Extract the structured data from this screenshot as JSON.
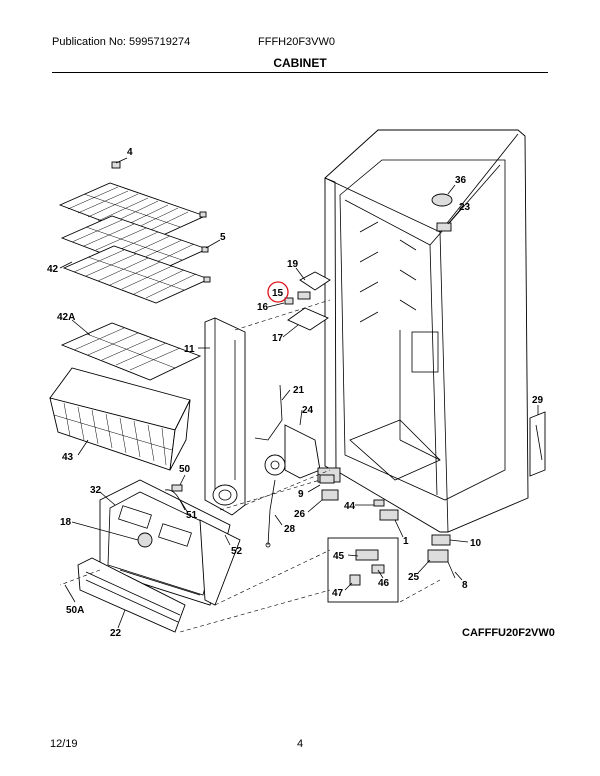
{
  "header": {
    "publication": "Publication No: 5995719274",
    "model": "FFFH20F3VW0",
    "section": "CABINET"
  },
  "diagram_code": "CAFFFU20F2VW0",
  "footer": {
    "date": "12/19",
    "page": "4"
  },
  "highlight_color": "#e0101a",
  "callouts": {
    "c4": "4",
    "c5": "5",
    "c42": "42",
    "c42a": "42A",
    "c43": "43",
    "c11": "11",
    "c19": "19",
    "c15": "15",
    "c16": "16",
    "c17": "17",
    "c21": "21",
    "c24": "24",
    "c36": "36",
    "c23": "23",
    "c29": "29",
    "c50": "50",
    "c51": "51",
    "c32": "32",
    "c18": "18",
    "c9": "9",
    "c26": "26",
    "c28": "28",
    "c52": "52",
    "c44": "44",
    "c1": "1",
    "c10": "10",
    "c45": "45",
    "c46": "46",
    "c47": "47",
    "c25": "25",
    "c8": "8",
    "c50a": "50A",
    "c22": "22"
  }
}
